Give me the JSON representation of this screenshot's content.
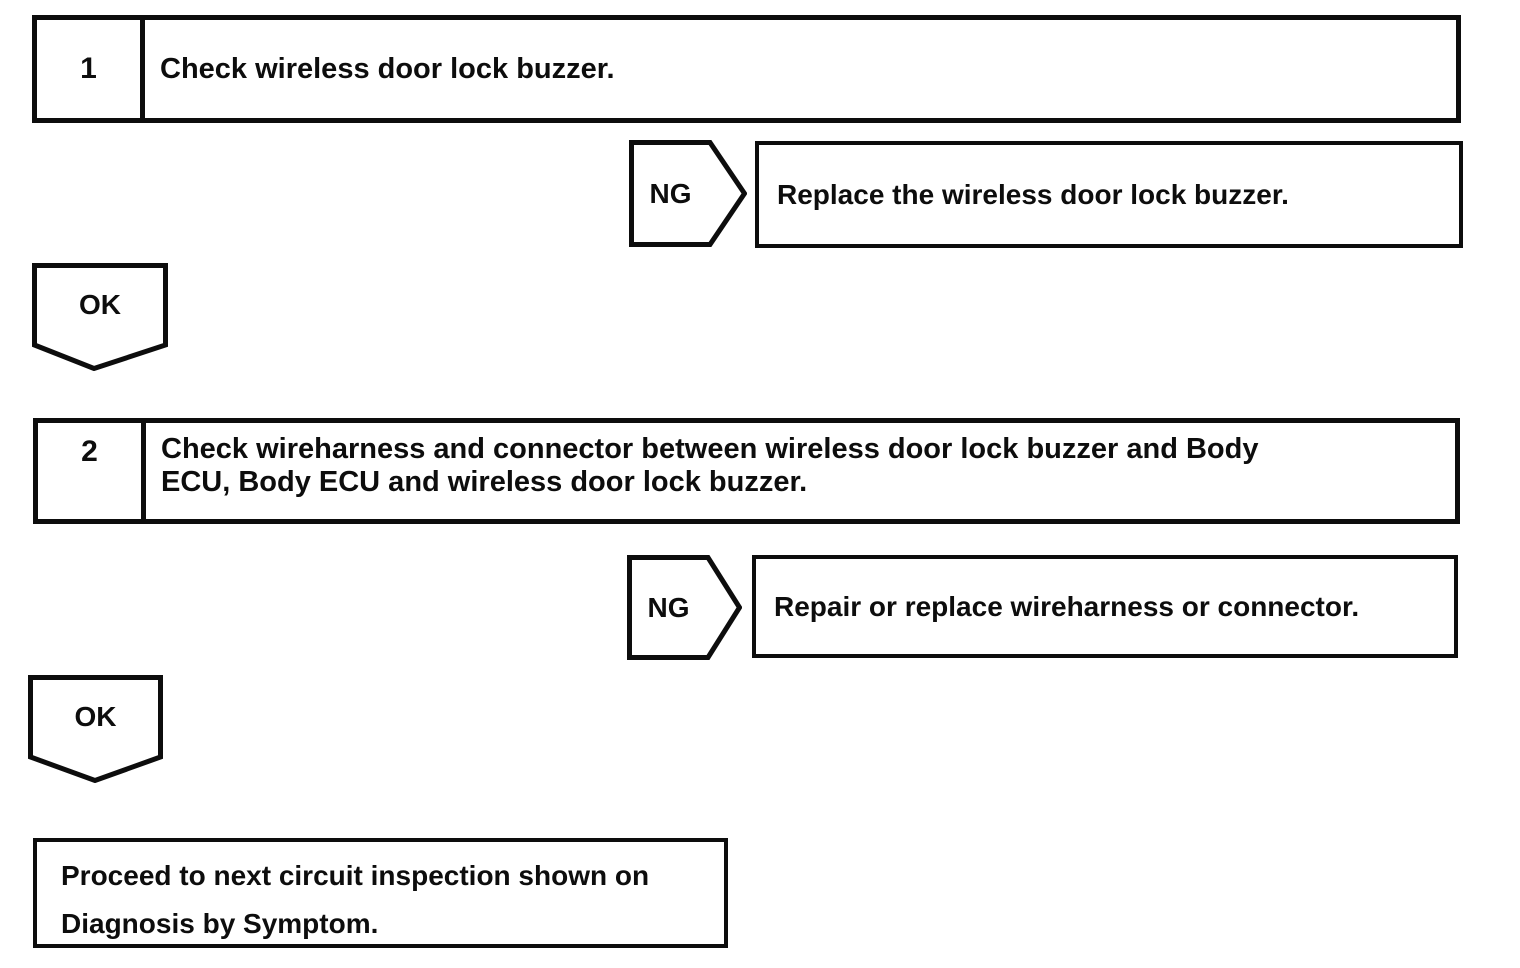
{
  "page": {
    "background": "#ffffff",
    "ink": "#0d0d0d"
  },
  "flowchart": {
    "steps": [
      {
        "number": "1",
        "instruction_lines": [
          "Check wireless door lock buzzer."
        ],
        "ng_label": "NG",
        "ng_result": "Replace the wireless door lock buzzer.",
        "ok_label": "OK"
      },
      {
        "number": "2",
        "instruction_lines": [
          "Check wireharness and connector between wireless door lock buzzer and Body",
          "ECU, Body ECU and wireless door lock buzzer."
        ],
        "ng_label": "NG",
        "ng_result": "Repair or replace wireharness or connector.",
        "ok_label": "OK"
      }
    ],
    "final_box": {
      "lines": [
        "Proceed to next circuit inspection shown on",
        "Diagnosis by Symptom."
      ]
    }
  }
}
